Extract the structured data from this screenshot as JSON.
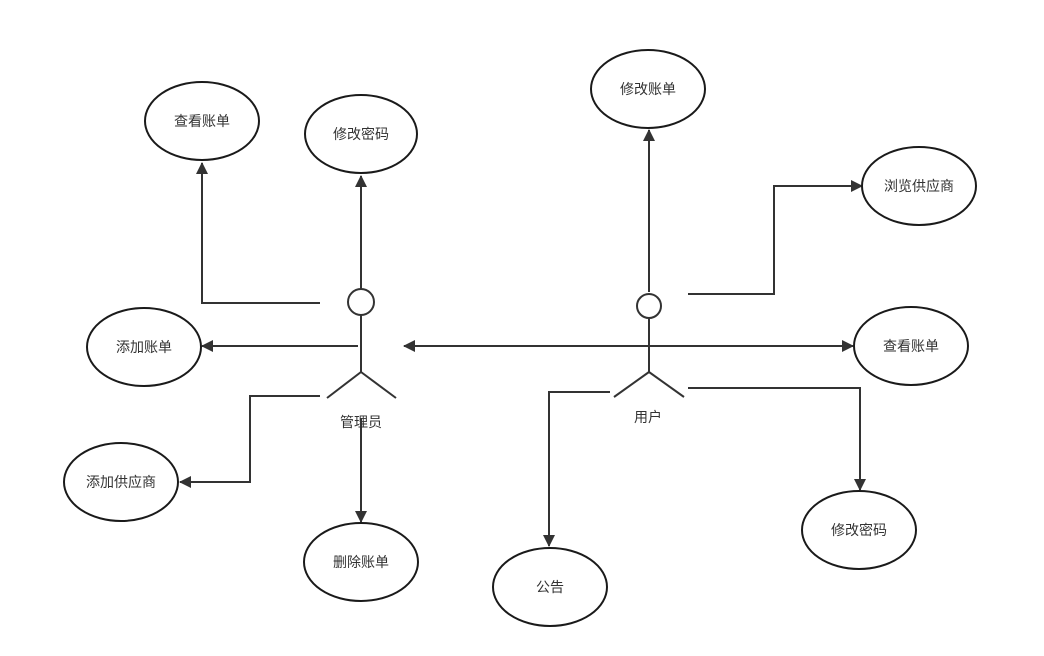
{
  "diagram": {
    "actors": {
      "admin": {
        "label": "管理员"
      },
      "user": {
        "label": "用户"
      }
    },
    "use_cases": {
      "admin_view_bill": "查看账单",
      "admin_change_password": "修改密码",
      "admin_add_bill": "添加账单",
      "admin_add_supplier": "添加供应商",
      "admin_delete_bill": "删除账单",
      "user_change_bill": "修改账单",
      "user_browse_supplier": "浏览供应商",
      "user_view_bill": "查看账单",
      "user_change_password": "修改密码",
      "user_notice": "公告"
    }
  }
}
